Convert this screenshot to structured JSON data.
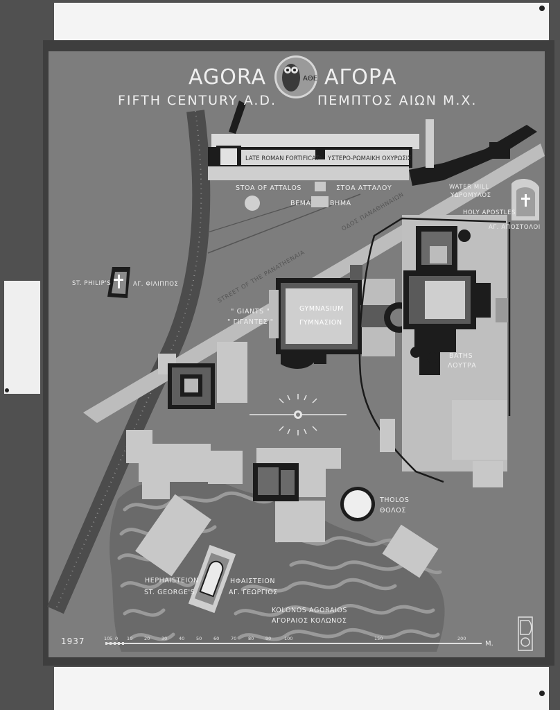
{
  "title": {
    "latin": "AGORA",
    "greek": "ΑΓΟΡΑ",
    "emblem": "ΑΘΕ",
    "subtitle_latin": "FIFTH CENTURY A.D.",
    "subtitle_greek": "ΠΕΜΠΤΟΣ ΑΙΩΝ Μ.Χ."
  },
  "labels": {
    "fortification_latin": "LATE ROMAN FORTIFICATⁿ",
    "fortification_greek": "ΥΣΤΕΡΟ-ΡΩΜΑΙΚΗ ΟΧΥΡΩΣΙΣ",
    "stoa_latin": "STOA OF ATTALOS",
    "stoa_greek": "ΣΤΟΑ ΑΤΤΑΛΟΥ",
    "bema_latin": "BEMA",
    "bema_greek": "ΒΗΜΑ",
    "watermill_latin": "WATER MILL",
    "watermill_greek": "ΥΔΡΟΜΥΛΟΣ",
    "apostles_latin": "HOLY APOSTLES",
    "apostles_greek": "ΑΓ. ΑΠΟΣΤΟΛΟΙ",
    "philip_latin": "ST. PHILIP'S",
    "philip_greek": "ΑΓ. ΦΙΛΙΠΠΟΣ",
    "street_latin": "STREET OF THE PANATHENAIA",
    "street_greek": "ΟΔΟΣ ΠΑΝΑΘΗΝΑΙΩΝ",
    "giants_latin": "\" GIANTS \"",
    "giants_greek": "\" ΓΙΓΑΝΤΕΣ \"",
    "gymnasium_latin": "GYMNASIUM",
    "gymnasium_greek": "ΓΥΜΝΑΣΙΟΝ",
    "baths_latin": "BATHS",
    "baths_greek": "ΛΟΥΤΡΑ",
    "tholos_latin": "THOLOS",
    "tholos_greek": "ΘΟΛΟΣ",
    "hephaisteion_latin": "HEPHAISTEION",
    "hephaisteion_greek": "ΗΦΑΙΣΤΕΙΟΝ",
    "george_latin": "ST. GEORGE'S",
    "george_greek": "ΑΓ. ΓΕΩΡΓΙΟΣ",
    "kolonos_latin": "KOLONOS AGORAIOS",
    "kolonos_greek": "ΑΓΟΡΑΙΟΣ ΚΟΛΩΝΟΣ"
  },
  "scale": {
    "year": "1937",
    "ticks": [
      "10",
      "5",
      "0",
      "10",
      "20",
      "30",
      "40",
      "50",
      "60",
      "70",
      "80",
      "90",
      "100",
      "150",
      "200"
    ],
    "unit": "Μ."
  },
  "colors": {
    "board": "#7d7d7d",
    "frame": "#3e3e3e",
    "street": "#bdbdbd",
    "building_light": "#c7c7c7",
    "building_dark": "#1a1a1a",
    "hill": "#6a6a6a"
  }
}
